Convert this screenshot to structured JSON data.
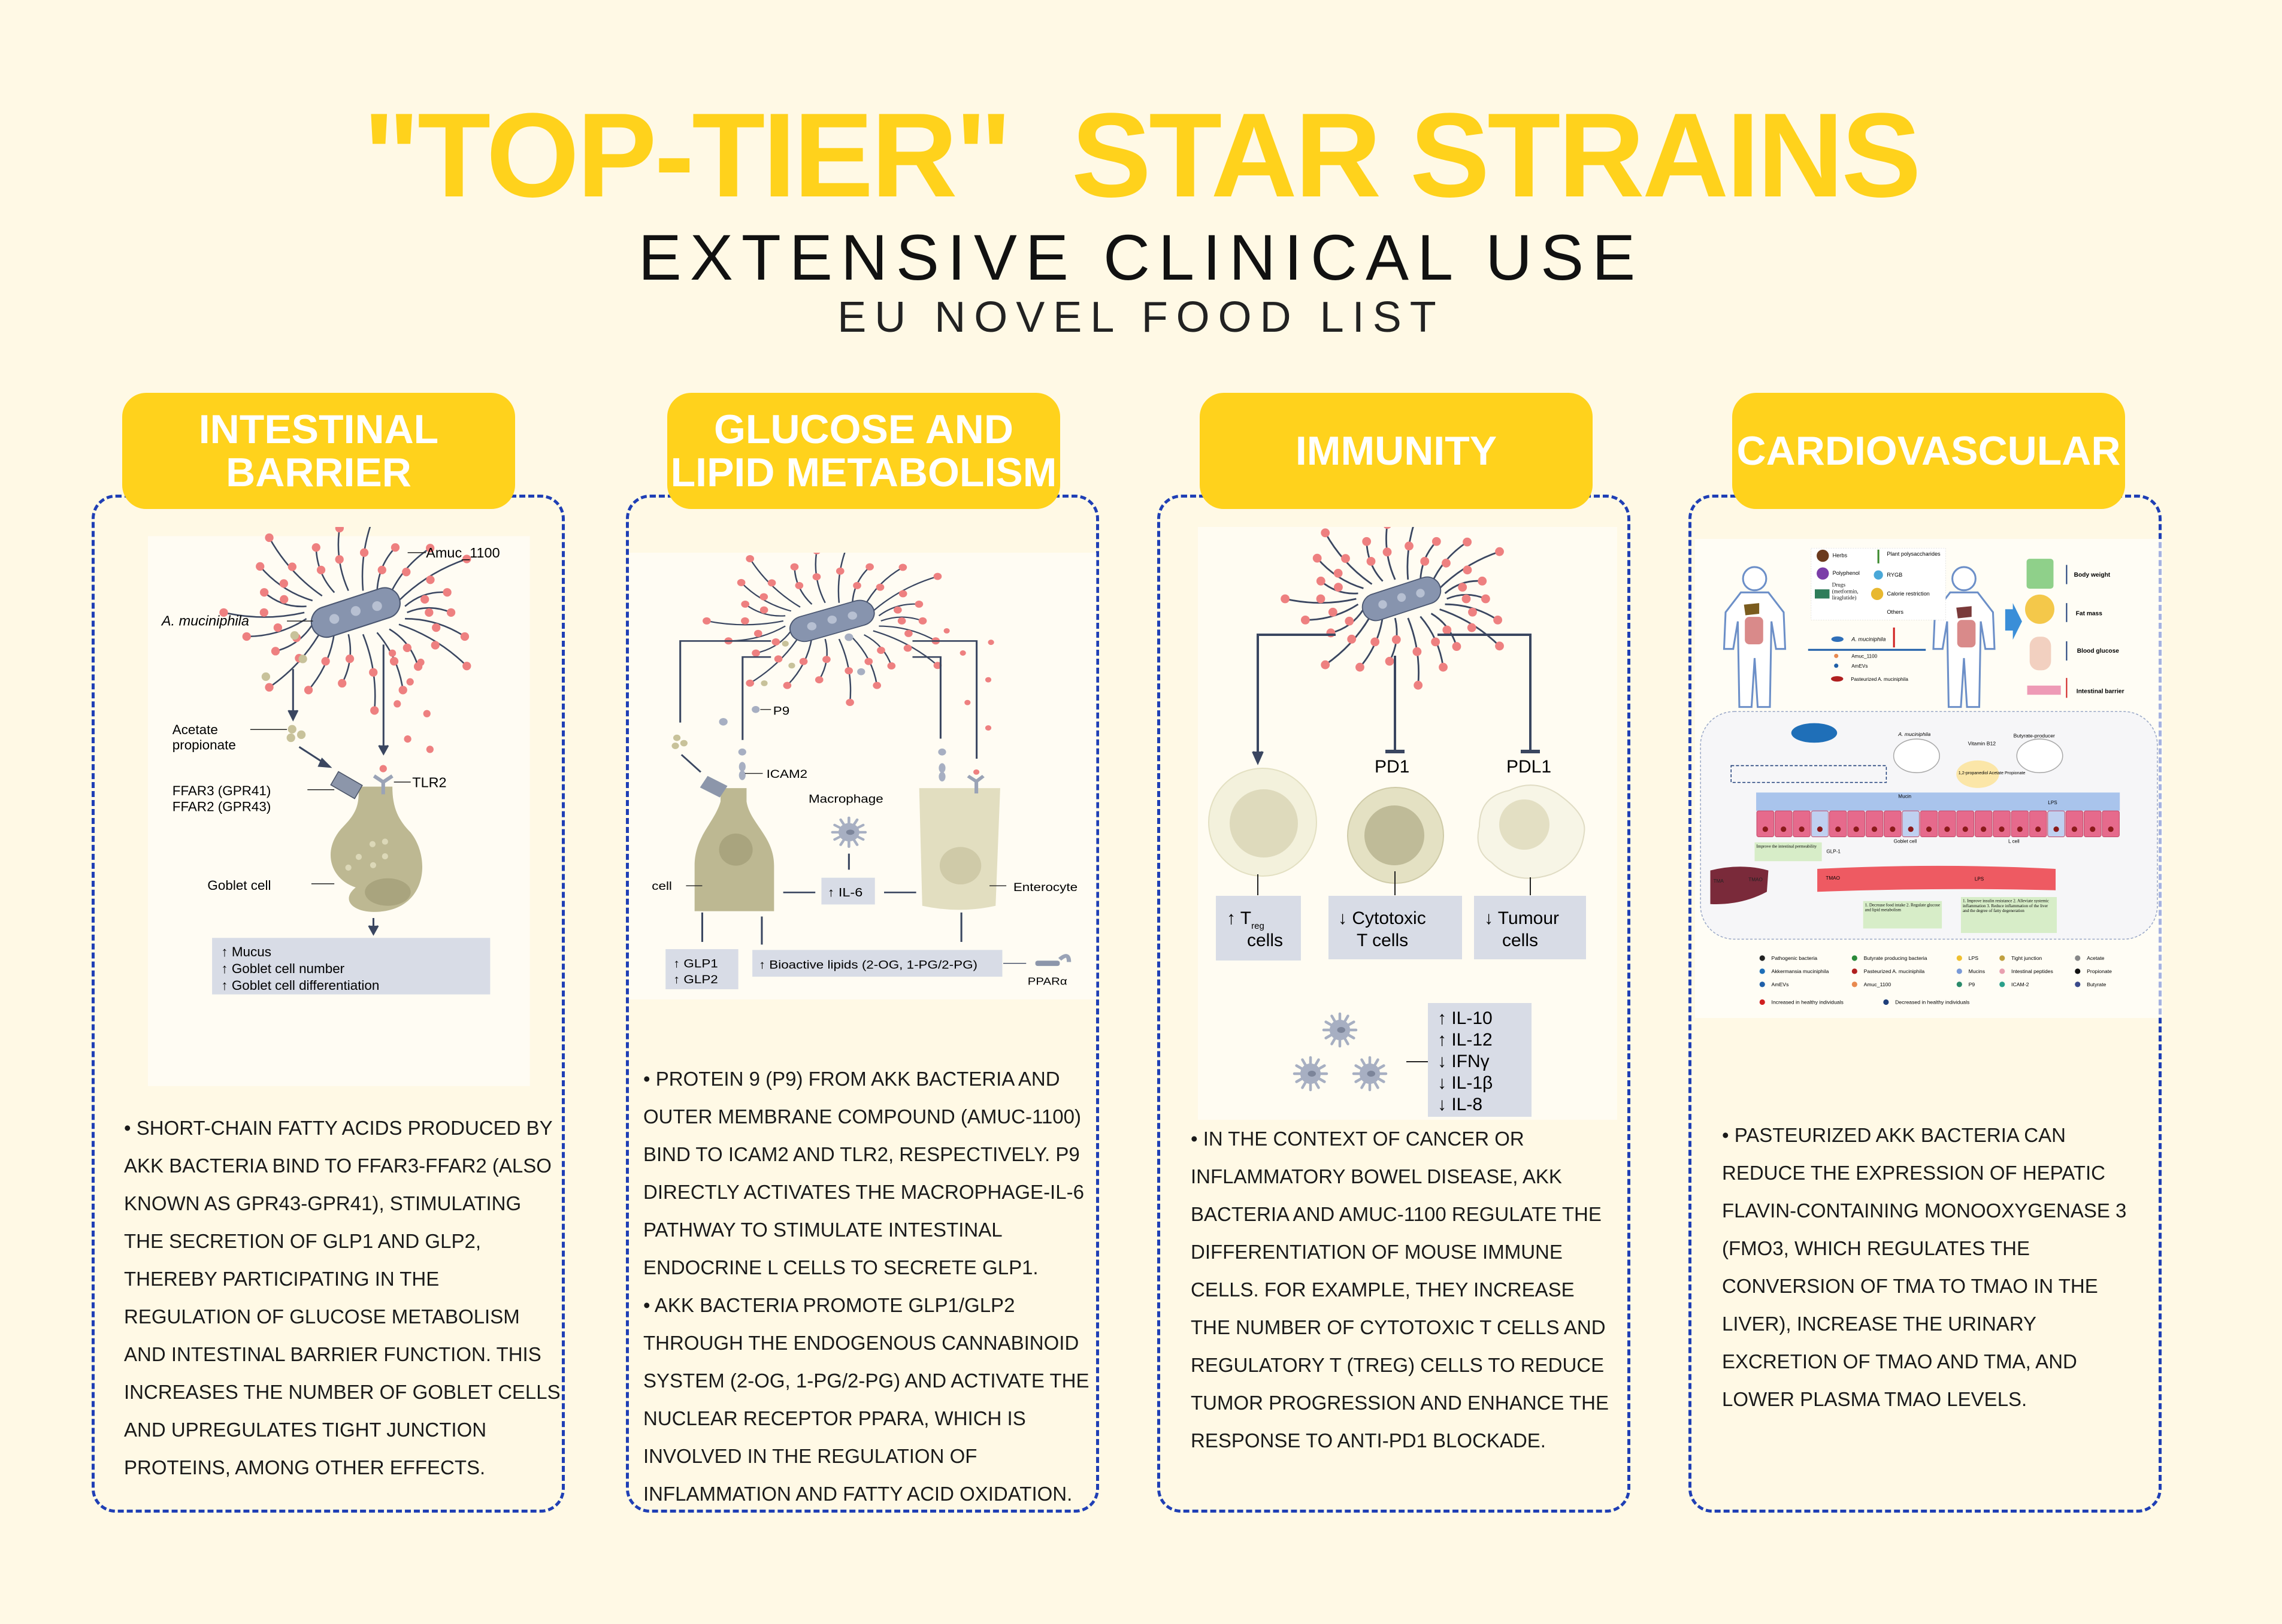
{
  "header": {
    "title": "\"TOP-TIER\"  STAR STRAINS",
    "subtitle": "EXTENSIVE CLINICAL USE",
    "subtitle2": "EU NOVEL FOOD LIST"
  },
  "colors": {
    "accent": "#FFD21C",
    "background": "#FFF9E5",
    "border": "#1F3FB5"
  },
  "panels": [
    {
      "tab": "INTESTINAL BARRIER",
      "diagram": {
        "amuc": "Amuc_1100",
        "bacterium": "A. muciniphila",
        "acetate": "Acetate",
        "propionate": "propionate",
        "ffar3": "FFAR3 (GPR41)",
        "ffar2": "FFAR2 (GPR43)",
        "tlr2": "TLR2",
        "goblet": "Goblet cell",
        "effects": [
          "↑ Mucus",
          "↑ Goblet cell number",
          "↑ Goblet cell differentiation"
        ]
      },
      "bullets": [
        "• SHORT-CHAIN FATTY ACIDS PRODUCED BY AKK BACTERIA BIND TO FFAR3-FFAR2 (ALSO KNOWN AS GPR43-GPR41), STIMULATING THE SECRETION OF GLP1 AND GLP2, THEREBY PARTICIPATING IN THE REGULATION OF GLUCOSE METABOLISM AND INTESTINAL BARRIER FUNCTION. THIS INCREASES THE NUMBER OF GOBLET CELLS AND UPREGULATES TIGHT JUNCTION PROTEINS, AMONG OTHER EFFECTS."
      ]
    },
    {
      "tab": "GLUCOSE AND LIPID METABOLISM",
      "diagram": {
        "p9": "P9",
        "icam2": "ICAM2",
        "macrophage": "Macrophage",
        "cell": "cell",
        "enterocyte": "Enterocyte",
        "il6": "↑ IL-6",
        "glp1": "↑ GLP1",
        "glp2": "↑ GLP2",
        "lipids": "↑ Bioactive lipids (2-OG, 1-PG/2-PG)",
        "ppar": "PPARα"
      },
      "bullets": [
        "• PROTEIN 9 (P9) FROM AKK BACTERIA AND OUTER MEMBRANE COMPOUND (AMUC-1100) BIND TO ICAM2 AND TLR2, RESPECTIVELY. P9 DIRECTLY ACTIVATES THE MACROPHAGE-IL-6 PATHWAY TO STIMULATE INTESTINAL ENDOCRINE L CELLS TO SECRETE GLP1.",
        "• AKK BACTERIA PROMOTE GLP1/GLP2 THROUGH THE ENDOGENOUS CANNABINOID SYSTEM (2-OG, 1-PG/2-PG) AND ACTIVATE THE NUCLEAR RECEPTOR PPARA, WHICH IS INVOLVED IN THE REGULATION OF INFLAMMATION AND FATTY ACID OXIDATION."
      ]
    },
    {
      "tab": "IMMUNITY",
      "diagram": {
        "pd1": "PD1",
        "pdl1": "PDL1",
        "treg_arrow": "↑ T",
        "treg_sub": "reg",
        "treg_cells": "cells",
        "cyto1": "↓ Cytotoxic",
        "cyto2": "T cells",
        "tumour1": "↓ Tumour",
        "tumour2": "cells",
        "cytokines": [
          "↑ IL-10",
          "↑ IL-12",
          "↓ IFNγ",
          "↓ IL-1β",
          "↓ IL-8"
        ]
      },
      "bullets": [
        "• IN THE CONTEXT OF CANCER OR INFLAMMATORY BOWEL DISEASE, AKK BACTERIA AND AMUC-1100 REGULATE THE DIFFERENTIATION OF MOUSE IMMUNE CELLS. FOR EXAMPLE, THEY INCREASE THE NUMBER OF CYTOTOXIC T CELLS AND REGULATORY T (TREG) CELLS TO REDUCE TUMOR PROGRESSION AND ENHANCE THE RESPONSE TO ANTI-PD1 BLOCKADE."
      ]
    },
    {
      "tab": "CARDIOVASCULAR",
      "diagram": {
        "interventions": [
          "Herbs",
          "Polyphenol",
          "Drugs (metformin, liraglutide)",
          "Plant polysaccharides",
          "RYGB",
          "Calorie restriction",
          "Others"
        ],
        "akk": "A. muciniphila",
        "amuc": "Amuc_1100",
        "amevs": "AmEVs",
        "past": "Pasteurized A. muciniphila",
        "outcomes": [
          "Body weight",
          "Fat mass",
          "Blood glucose",
          "Intestinal barrier"
        ],
        "butyrate_producer": "Butyrate-producer",
        "vitb12": "Vitamin B12",
        "scfa": "1,2-propanediol Acetate Propionate",
        "mucin": "Mucin",
        "glp1": "GLP-1",
        "tma": "TMA",
        "tmao": "TMAO",
        "lps": "LPS",
        "goblet": "Goblet cell",
        "lcell": "L cell",
        "box1": "Improve the intestinal permeability",
        "box2": "1. Decrease food intake 2. Regulate glucose and lipid metabolism",
        "box3": "1. Improve insulin resistance 2. Alleviate systemic inflammation 3. Reduce inflammation of the liver and the degree of fatty degeneration",
        "legend": [
          "Pathogenic bacteria",
          "Butyrate producing bacteria",
          "LPS",
          "Tight junction",
          "Acetate",
          "Akkermansia muciniphila",
          "Pasteurized A. muciniphila",
          "Mucins",
          "Intestinal peptides",
          "Propionate",
          "AmEVs",
          "Amuc_1100",
          "P9",
          "ICAM-2",
          "Butyrate",
          "Increased in healthy individuals",
          "Decreased in healthy individuals"
        ]
      },
      "bullets": [
        "• PASTEURIZED AKK BACTERIA CAN REDUCE THE EXPRESSION OF HEPATIC FLAVIN-CONTAINING MONOOXYGENASE 3 (FMO3, WHICH REGULATES THE CONVERSION OF TMA TO TMAO IN THE LIVER), INCREASE THE URINARY EXCRETION OF TMAO AND TMA, AND LOWER PLASMA TMAO LEVELS."
      ]
    }
  ]
}
